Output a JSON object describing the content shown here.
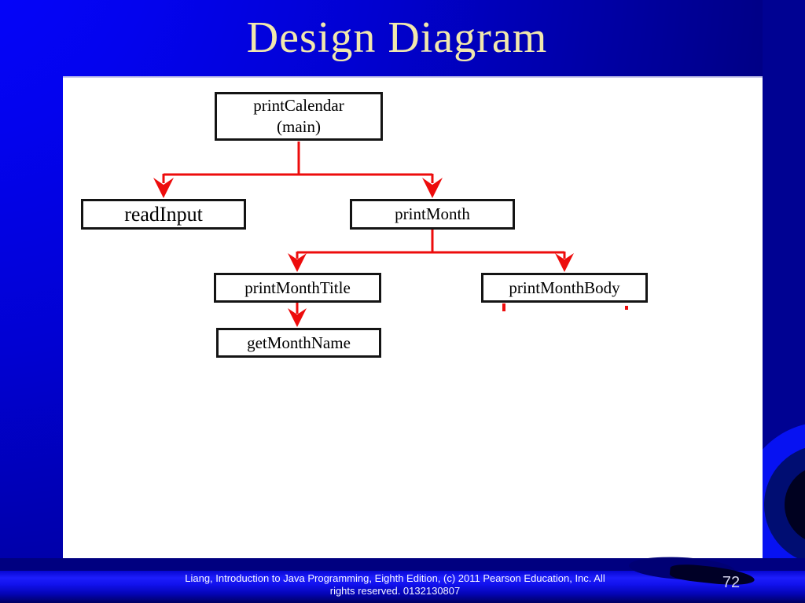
{
  "slide": {
    "title": "Design Diagram",
    "page_number": "72",
    "footer": {
      "line1": "Liang, Introduction to Java Programming, Eighth Edition, (c) 2011 Pearson Education, Inc. All",
      "line2": "rights reserved. 0132130807"
    }
  },
  "colors": {
    "background_bright": "#0505ff",
    "background_dark": "#000080",
    "title_text": "#f1e8ad",
    "connector_red": "#ed0c0c",
    "node_border": "#141414",
    "node_fill": "#ffffff",
    "footer_text": "#f7f7ff"
  },
  "diagram": {
    "type": "structure-chart",
    "nodes": [
      {
        "id": "printCalendar",
        "lines": [
          "printCalendar",
          "(main)"
        ]
      },
      {
        "id": "readInput",
        "lines": [
          "readInput"
        ]
      },
      {
        "id": "printMonth",
        "lines": [
          "printMonth"
        ]
      },
      {
        "id": "printMonthTitle",
        "lines": [
          "printMonthTitle"
        ]
      },
      {
        "id": "printMonthBody",
        "lines": [
          "printMonthBody"
        ]
      },
      {
        "id": "getMonthName",
        "lines": [
          "getMonthName"
        ]
      }
    ],
    "edges": [
      {
        "from": "printCalendar",
        "to": "readInput"
      },
      {
        "from": "printCalendar",
        "to": "printMonth"
      },
      {
        "from": "printMonth",
        "to": "printMonthTitle"
      },
      {
        "from": "printMonth",
        "to": "printMonthBody"
      },
      {
        "from": "printMonthTitle",
        "to": "getMonthName"
      }
    ]
  }
}
